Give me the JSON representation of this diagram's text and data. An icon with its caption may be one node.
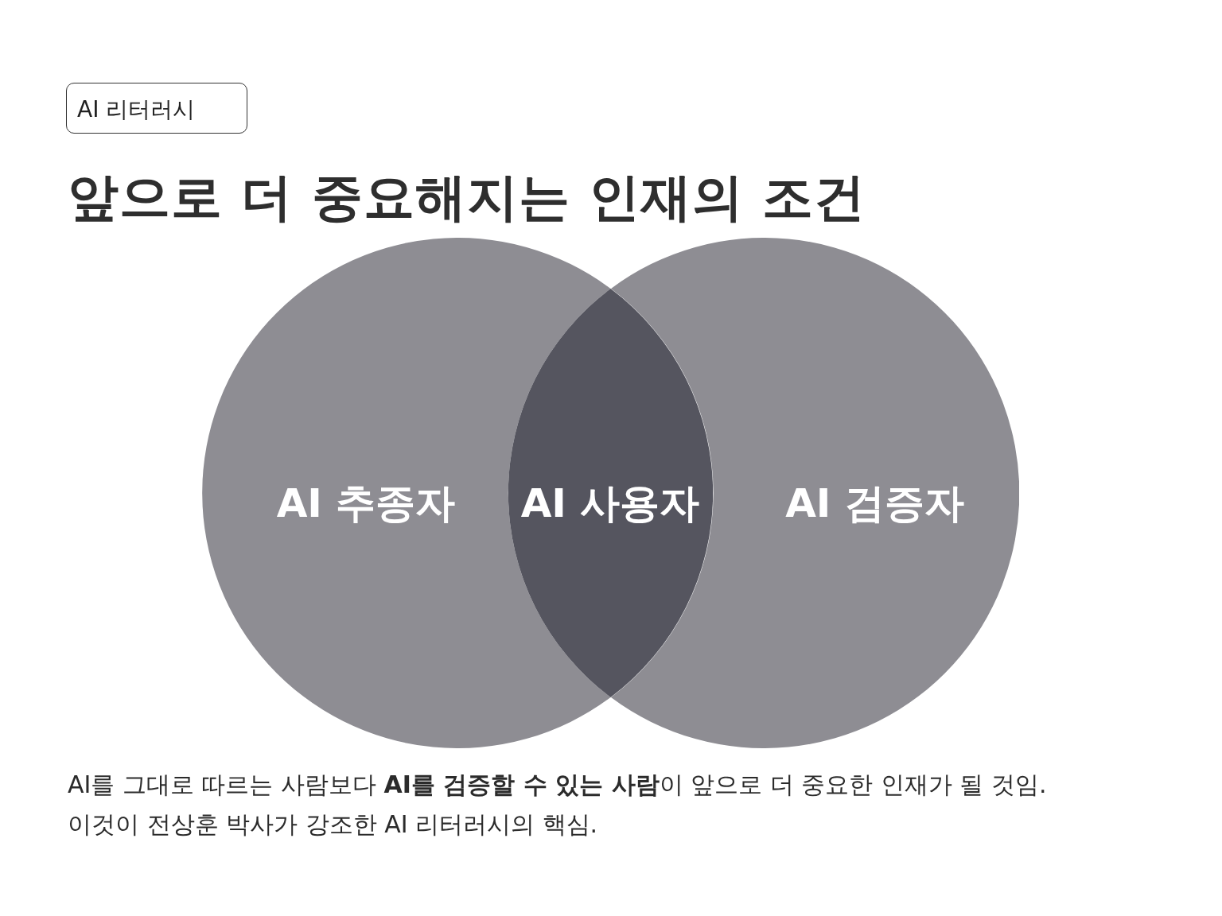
{
  "diagram": {
    "title": "앞으로 더 중요해지는 인재의 조건",
    "caption": "AI를 그대로 따르는 사람보다 **AI를 검증할 수 있는 사람**이 앞으로 더 중요한 인재가 될 것임. 이것이 전상훈 박사가 강조한 AI 리터러시의 핵심.",
    "nodes": [
      {
        "text": [
          "AI 리터러시"
        ]
      },
      {
        "text": [
          "AI 추종자"
        ]
      },
      {
        "text": [
          "AI 사용자"
        ]
      },
      {
        "text": [
          "AI 검증자"
        ]
      }
    ]
  }
}
